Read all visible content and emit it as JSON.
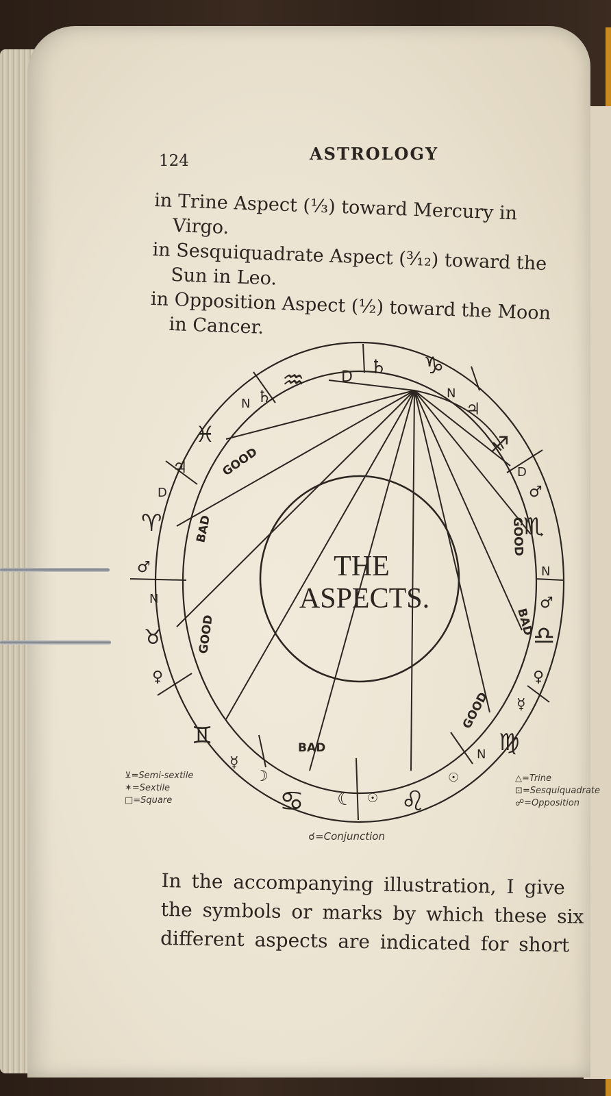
{
  "page": {
    "number": "124",
    "running_head": "ASTROLOGY"
  },
  "aspect_lines": [
    {
      "first": "in Trine Aspect (⅓) toward Mercury in",
      "second": "Virgo."
    },
    {
      "first": "in Sesquiquadrate Aspect (³⁄₁₂) toward the",
      "second": "Sun in Leo."
    },
    {
      "first": "in Opposition Aspect (½) toward the Moon",
      "second": "in Cancer."
    }
  ],
  "diagram": {
    "title_line1": "THE",
    "title_line2": "ASPECTS.",
    "labels": {
      "good": "GOOD",
      "bad": "BAD",
      "n": "N",
      "d": "D"
    },
    "signs": {
      "capricorn": "♑",
      "aquarius": "♒",
      "pisces": "♓",
      "aries": "♈",
      "taurus": "♉",
      "gemini": "♊",
      "cancer": "♋",
      "leo": "♌",
      "virgo": "♍",
      "libra": "♎",
      "scorpio": "♏",
      "sagittarius": "♐"
    },
    "planets": {
      "saturn": "♄",
      "jupiter": "♃",
      "mars": "♂",
      "venus": "♀",
      "mercury": "☿",
      "moon": "☽",
      "moon_alt": "☾",
      "sun": "☉"
    }
  },
  "legend": {
    "semi_sextile": "⊻=Semi-sextile",
    "sextile": "✶=Sextile",
    "square": "□=Square",
    "trine": "△=Trine",
    "sesquiquadrate": "⊡=Sesquiquadrate",
    "opposition": "☍=Opposition",
    "conjunction": "☌=Conjunction"
  },
  "body_lines": [
    "In the accompanying illustration, I give",
    "the symbols or marks by which these six",
    "different aspects are indicated for short"
  ],
  "colors": {
    "ink": "#2c2621",
    "paper": "#ebe3d1"
  }
}
